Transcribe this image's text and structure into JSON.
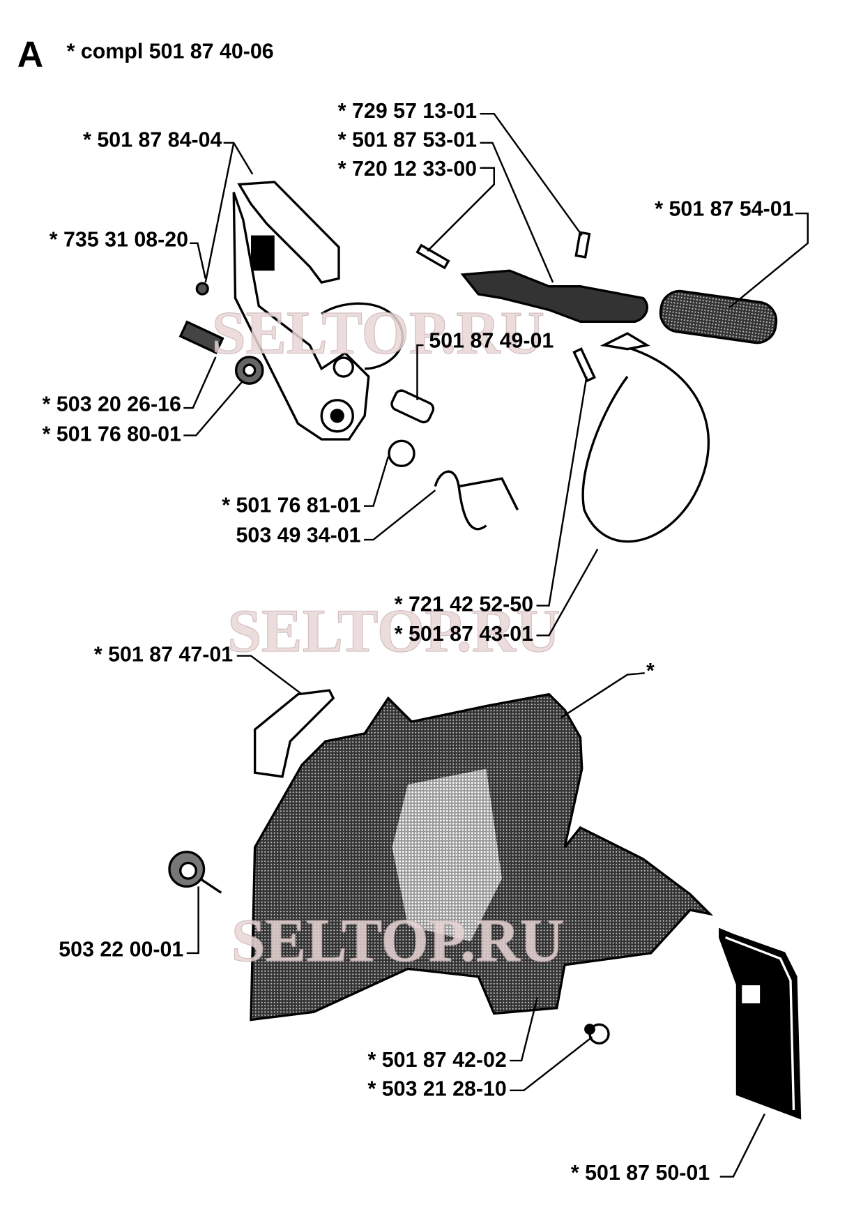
{
  "header": {
    "section_letter": "A",
    "assembly_label": "* compl 501 87 40-06"
  },
  "watermark": "SELTOP.RU",
  "parts": {
    "p8784": "* 501 87 84-04",
    "p7353": "* 735 31 08-20",
    "p7295": "* 729 57 13-01",
    "p8753": "* 501 87 53-01",
    "p7201": "* 720 12 33-00",
    "p8754": "* 501 87 54-01",
    "p8749": "501 87 49-01",
    "p2026": "* 503 20 26-16",
    "p7680": "* 501 76 80-01",
    "p7681": "* 501 76 81-01",
    "p4934": "503 49 34-01",
    "p7214": "* 721 42 52-50",
    "p8743": "* 501 87 43-01",
    "p8747": "* 501 87 47-01",
    "pstar": "*",
    "p2200": "503 22 00-01",
    "p8742": "* 501 87 42-02",
    "p2128": "* 503 21 28-10",
    "p8750": "* 501 87 50-01"
  }
}
